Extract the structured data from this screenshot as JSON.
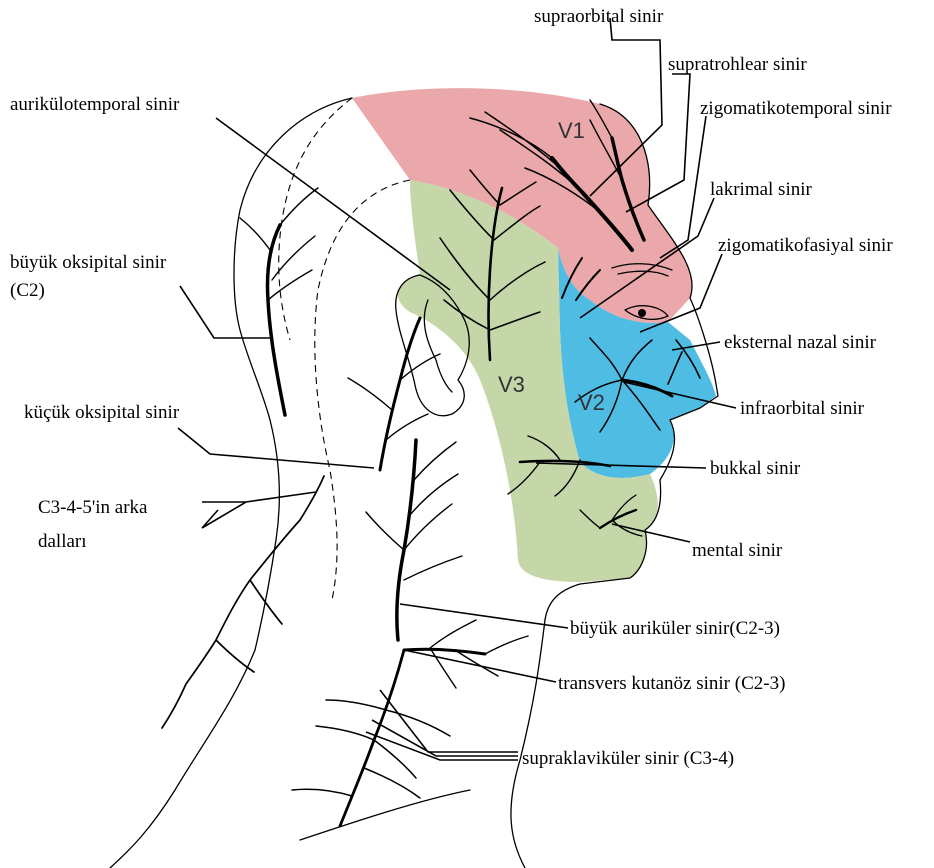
{
  "colors": {
    "v1_region": "#eba8ab",
    "v2_region": "#4fbde3",
    "v3_region": "#c5d6a8",
    "line": "#000000"
  },
  "regions": {
    "v1": "V1",
    "v2": "V2",
    "v3": "V3"
  },
  "labels": {
    "supraorbital": "supraorbital sinir",
    "supratrochlear": "supratrohlear sinir",
    "zygomaticotemporal": "zigomatikotemporal sinir",
    "lacrimal": "lakrimal sinir",
    "zygomaticofacial": "zigomatikofasiyal sinir",
    "external_nasal": "eksternal nazal sinir",
    "infraorbital": "infraorbital sinir",
    "buccal": "bukkal sinir",
    "mental": "mental sinir",
    "great_auricular": "büyük auriküler sinir(C2-3)",
    "transverse_cutaneous": "transvers kutanöz sinir (C2-3)",
    "supraclavicular": "supraklaviküler sinir (C3-4)",
    "auriculotemporal": "aurikülotemporal sinir",
    "greater_occipital_line1": "büyük oksipital sinir",
    "greater_occipital_line2": "(C2)",
    "lesser_occipital": "küçük oksipital sinir",
    "posterior_rami_line1": "C3-4-5'in arka",
    "posterior_rami_line2": "dalları"
  },
  "icons": {
    "eye": "eye-icon",
    "ear": "ear-icon"
  }
}
